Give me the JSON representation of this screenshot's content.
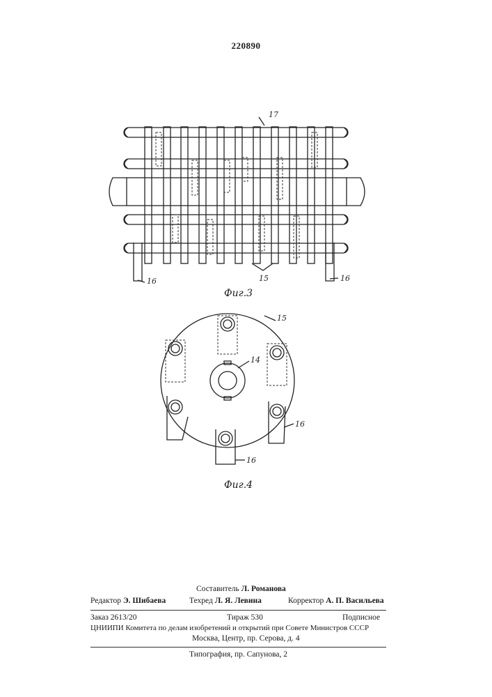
{
  "patent_number": "220890",
  "figures": {
    "fig3": {
      "caption": "Фиг.3",
      "callouts": {
        "frame": "17",
        "plates": "15",
        "arm_left": "16",
        "arm_right": "16"
      }
    },
    "fig4": {
      "caption": "Фиг.4",
      "callouts": {
        "disk": "15",
        "hub": "14",
        "arm_right": "16",
        "arm_bottom": "16"
      }
    }
  },
  "footer": {
    "compiler_role": "Составитель",
    "compiler_name": "Л. Романова",
    "editor_role": "Редактор",
    "editor_name": "Э. Шибаева",
    "techred_role": "Техред",
    "techred_name": "Л. Я. Левина",
    "corrector_role": "Корректор",
    "corrector_name": "А. П. Васильева",
    "order": "Заказ 2613/20",
    "circulation": "Тираж 530",
    "subscription": "Подписное",
    "institute": "ЦНИИПИ Комитета по делам изобретений и открытий при Совете Министров СССР",
    "address": "Москва, Центр, пр. Серова, д. 4",
    "typography": "Типография, пр. Сапунова, 2"
  }
}
